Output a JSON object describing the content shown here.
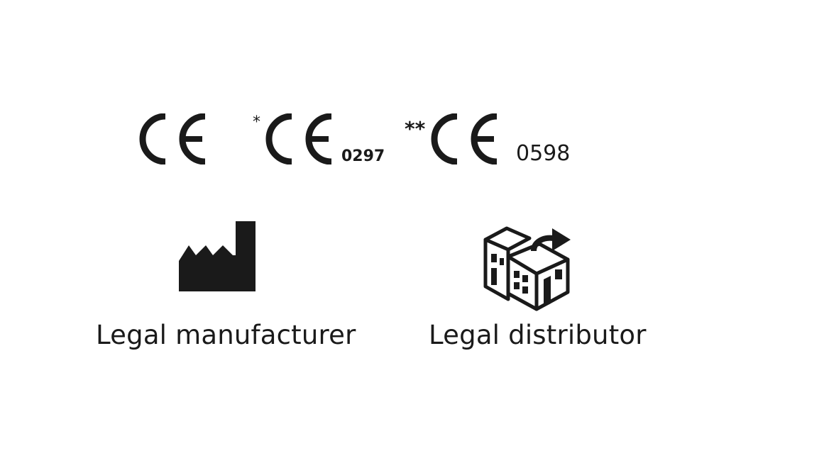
{
  "ce_marks": {
    "plain": {
      "asterisk": ""
    },
    "first": {
      "asterisk": "*",
      "notified_body": "0297"
    },
    "second": {
      "asterisk": "**",
      "notified_body": "0598"
    }
  },
  "symbols": {
    "manufacturer": {
      "icon": "factory-icon",
      "label": "Legal manufacturer"
    },
    "distributor": {
      "icon": "distributor-building-icon",
      "label": "Legal distributor"
    }
  },
  "colors": {
    "ink": "#1a1a1a",
    "background": "#ffffff"
  }
}
